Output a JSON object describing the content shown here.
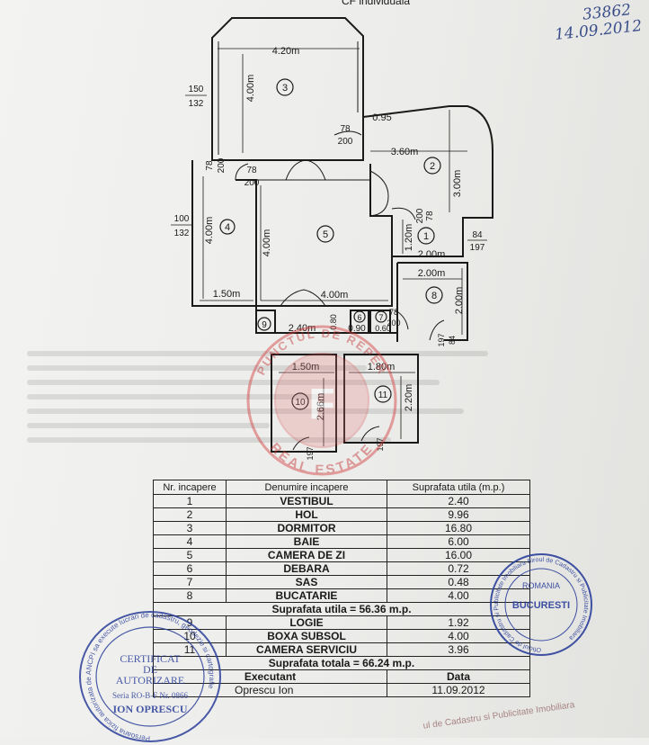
{
  "header": {
    "top_cut_text": "CF individuala",
    "handwritten_number": "33862",
    "handwritten_date": "14.09.2012"
  },
  "plan": {
    "rooms": [
      {
        "label": "1"
      },
      {
        "label": "2"
      },
      {
        "label": "3"
      },
      {
        "label": "4"
      },
      {
        "label": "5"
      },
      {
        "label": "6"
      },
      {
        "label": "7"
      },
      {
        "label": "8"
      },
      {
        "label": "9"
      },
      {
        "label": "10"
      },
      {
        "label": "11"
      }
    ],
    "dimensions": {
      "d_420": "4.20m",
      "d_400_r3": "4.00m",
      "d_095": "0.95",
      "d_360": "3.60m",
      "d_300": "3.00m",
      "d_400_r4": "4.00m",
      "d_400_r5": "4.00m",
      "d_150": "1.50m",
      "d_400_bottom": "4.00m",
      "d_120": "1.20m",
      "d_200_r1": "2.00m",
      "d_200_r8top": "2.00m",
      "d_200_r8side": "2.00m",
      "d_240": "2.40m",
      "d_090": "0.90",
      "d_080": "0.80",
      "d_060": "0.60",
      "d_150_b": "1.50m",
      "d_266": "2.66m",
      "d_180": "1.80m",
      "d_220": "2.20m"
    },
    "window_doors": {
      "w_150_132_top": "150",
      "w_150_132_bot": "132",
      "w_100_132_top": "100",
      "w_100_132_bot": "132",
      "door_78_200_a_top": "78",
      "door_78_200_a_bot": "200",
      "door_78_200_b_top": "78",
      "door_78_200_b_bot": "200",
      "door_78_200_c_top": "78",
      "door_78_200_c_bot": "200",
      "door_78_200_d_top": "78",
      "door_78_200_d_bot": "200",
      "door_78_200_e_top": "78",
      "door_78_200_e_bot": "200",
      "door_84_197_a_top": "84",
      "door_84_197_a_bot": "197",
      "door_84_197_b_top": "84",
      "door_84_197_b_bot": "197",
      "door_197_a": "197",
      "door_197_b": "197"
    }
  },
  "table": {
    "headers": {
      "nr": "Nr. incapere",
      "name": "Denumire incapere",
      "area": "Suprafata utila (m.p.)"
    },
    "rows_a": [
      {
        "nr": "1",
        "name": "VESTIBUL",
        "area": "2.40"
      },
      {
        "nr": "2",
        "name": "HOL",
        "area": "9.96"
      },
      {
        "nr": "3",
        "name": "DORMITOR",
        "area": "16.80"
      },
      {
        "nr": "4",
        "name": "BAIE",
        "area": "6.00"
      },
      {
        "nr": "5",
        "name": "CAMERA DE ZI",
        "area": "16.00"
      },
      {
        "nr": "6",
        "name": "DEBARA",
        "area": "0.72"
      },
      {
        "nr": "7",
        "name": "SAS",
        "area": "0.48"
      },
      {
        "nr": "8",
        "name": "BUCATARIE",
        "area": "4.00"
      }
    ],
    "sum_utila": "Suprafata utila = 56.36 m.p.",
    "rows_b": [
      {
        "nr": "9",
        "name": "LOGIE",
        "area": "1.92"
      },
      {
        "nr": "10",
        "name": "BOXA SUBSOL",
        "area": "4.00"
      },
      {
        "nr": "11",
        "name": "CAMERA SERVICIU",
        "area": "3.96"
      }
    ],
    "sum_totala": "Suprafata totala = 66.24 m.p.",
    "executant_label": "Executant",
    "data_label": "Data",
    "executant_name": "Oprescu Ion",
    "executant_date": "11.09.2012"
  },
  "stamps": {
    "left_line1": "CERTIFICAT",
    "left_line2": "DE",
    "left_line3": "AUTORIZARE",
    "left_line4": "Seria RO-B-F Nr. 0866",
    "left_line5": "ION OPRESCU",
    "left_ring": "Persoana fizica autorizata de ANCPI sa execute lucrari de cadastru, geodezie si cartografie",
    "right_line1": "ROMANIA",
    "right_line2": "BUCURESTI",
    "right_ring": "Oficiul de Cadastru si Publicitate Imobiliara Biroul de Cadastru si Publicitate Imobiliara",
    "watermark_top": "PUNCTUL DE REPER",
    "watermark_bottom": "REAL ESTATE",
    "watermark_logo": "F",
    "bottom_partial": "ul de Cadastru si Publicitate Imobiliara"
  },
  "colors": {
    "ink": "#1a1a1a",
    "stamp_blue": "#2b3f9a",
    "watermark_red": "#d23a3a"
  }
}
